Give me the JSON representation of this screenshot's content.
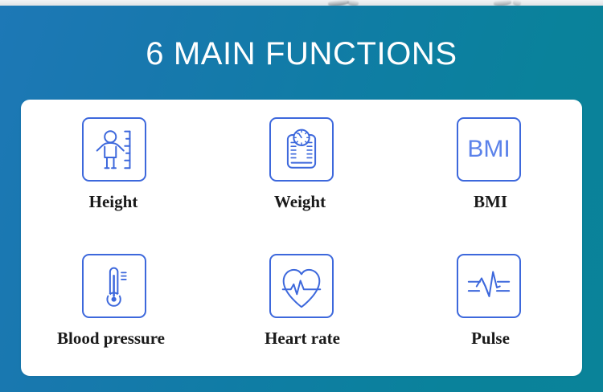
{
  "page": {
    "heading": "6 MAIN FUNCTIONS",
    "background_gradient_from": "#1d78b6",
    "background_gradient_to": "#0a8399",
    "card_background": "#ffffff",
    "accent_color": "#3d68dc",
    "heading_color": "#ffffff",
    "label_color": "#1a1a1a"
  },
  "functions": [
    {
      "label": "Height",
      "icon": "height-person-ruler-icon",
      "icon_color": "#3d68dc"
    },
    {
      "label": "Weight",
      "icon": "weight-scale-icon",
      "icon_color": "#3d68dc"
    },
    {
      "label": "BMI",
      "icon": "bmi-text-icon",
      "icon_text": "BMI",
      "icon_color": "#5b82ea"
    },
    {
      "label": "Blood pressure",
      "icon": "thermometer-icon",
      "icon_color": "#3d68dc"
    },
    {
      "label": "Heart rate",
      "icon": "heart-pulse-icon",
      "icon_color": "#3d68dc"
    },
    {
      "label": "Pulse",
      "icon": "waveform-icon",
      "icon_color": "#3d68dc"
    }
  ]
}
